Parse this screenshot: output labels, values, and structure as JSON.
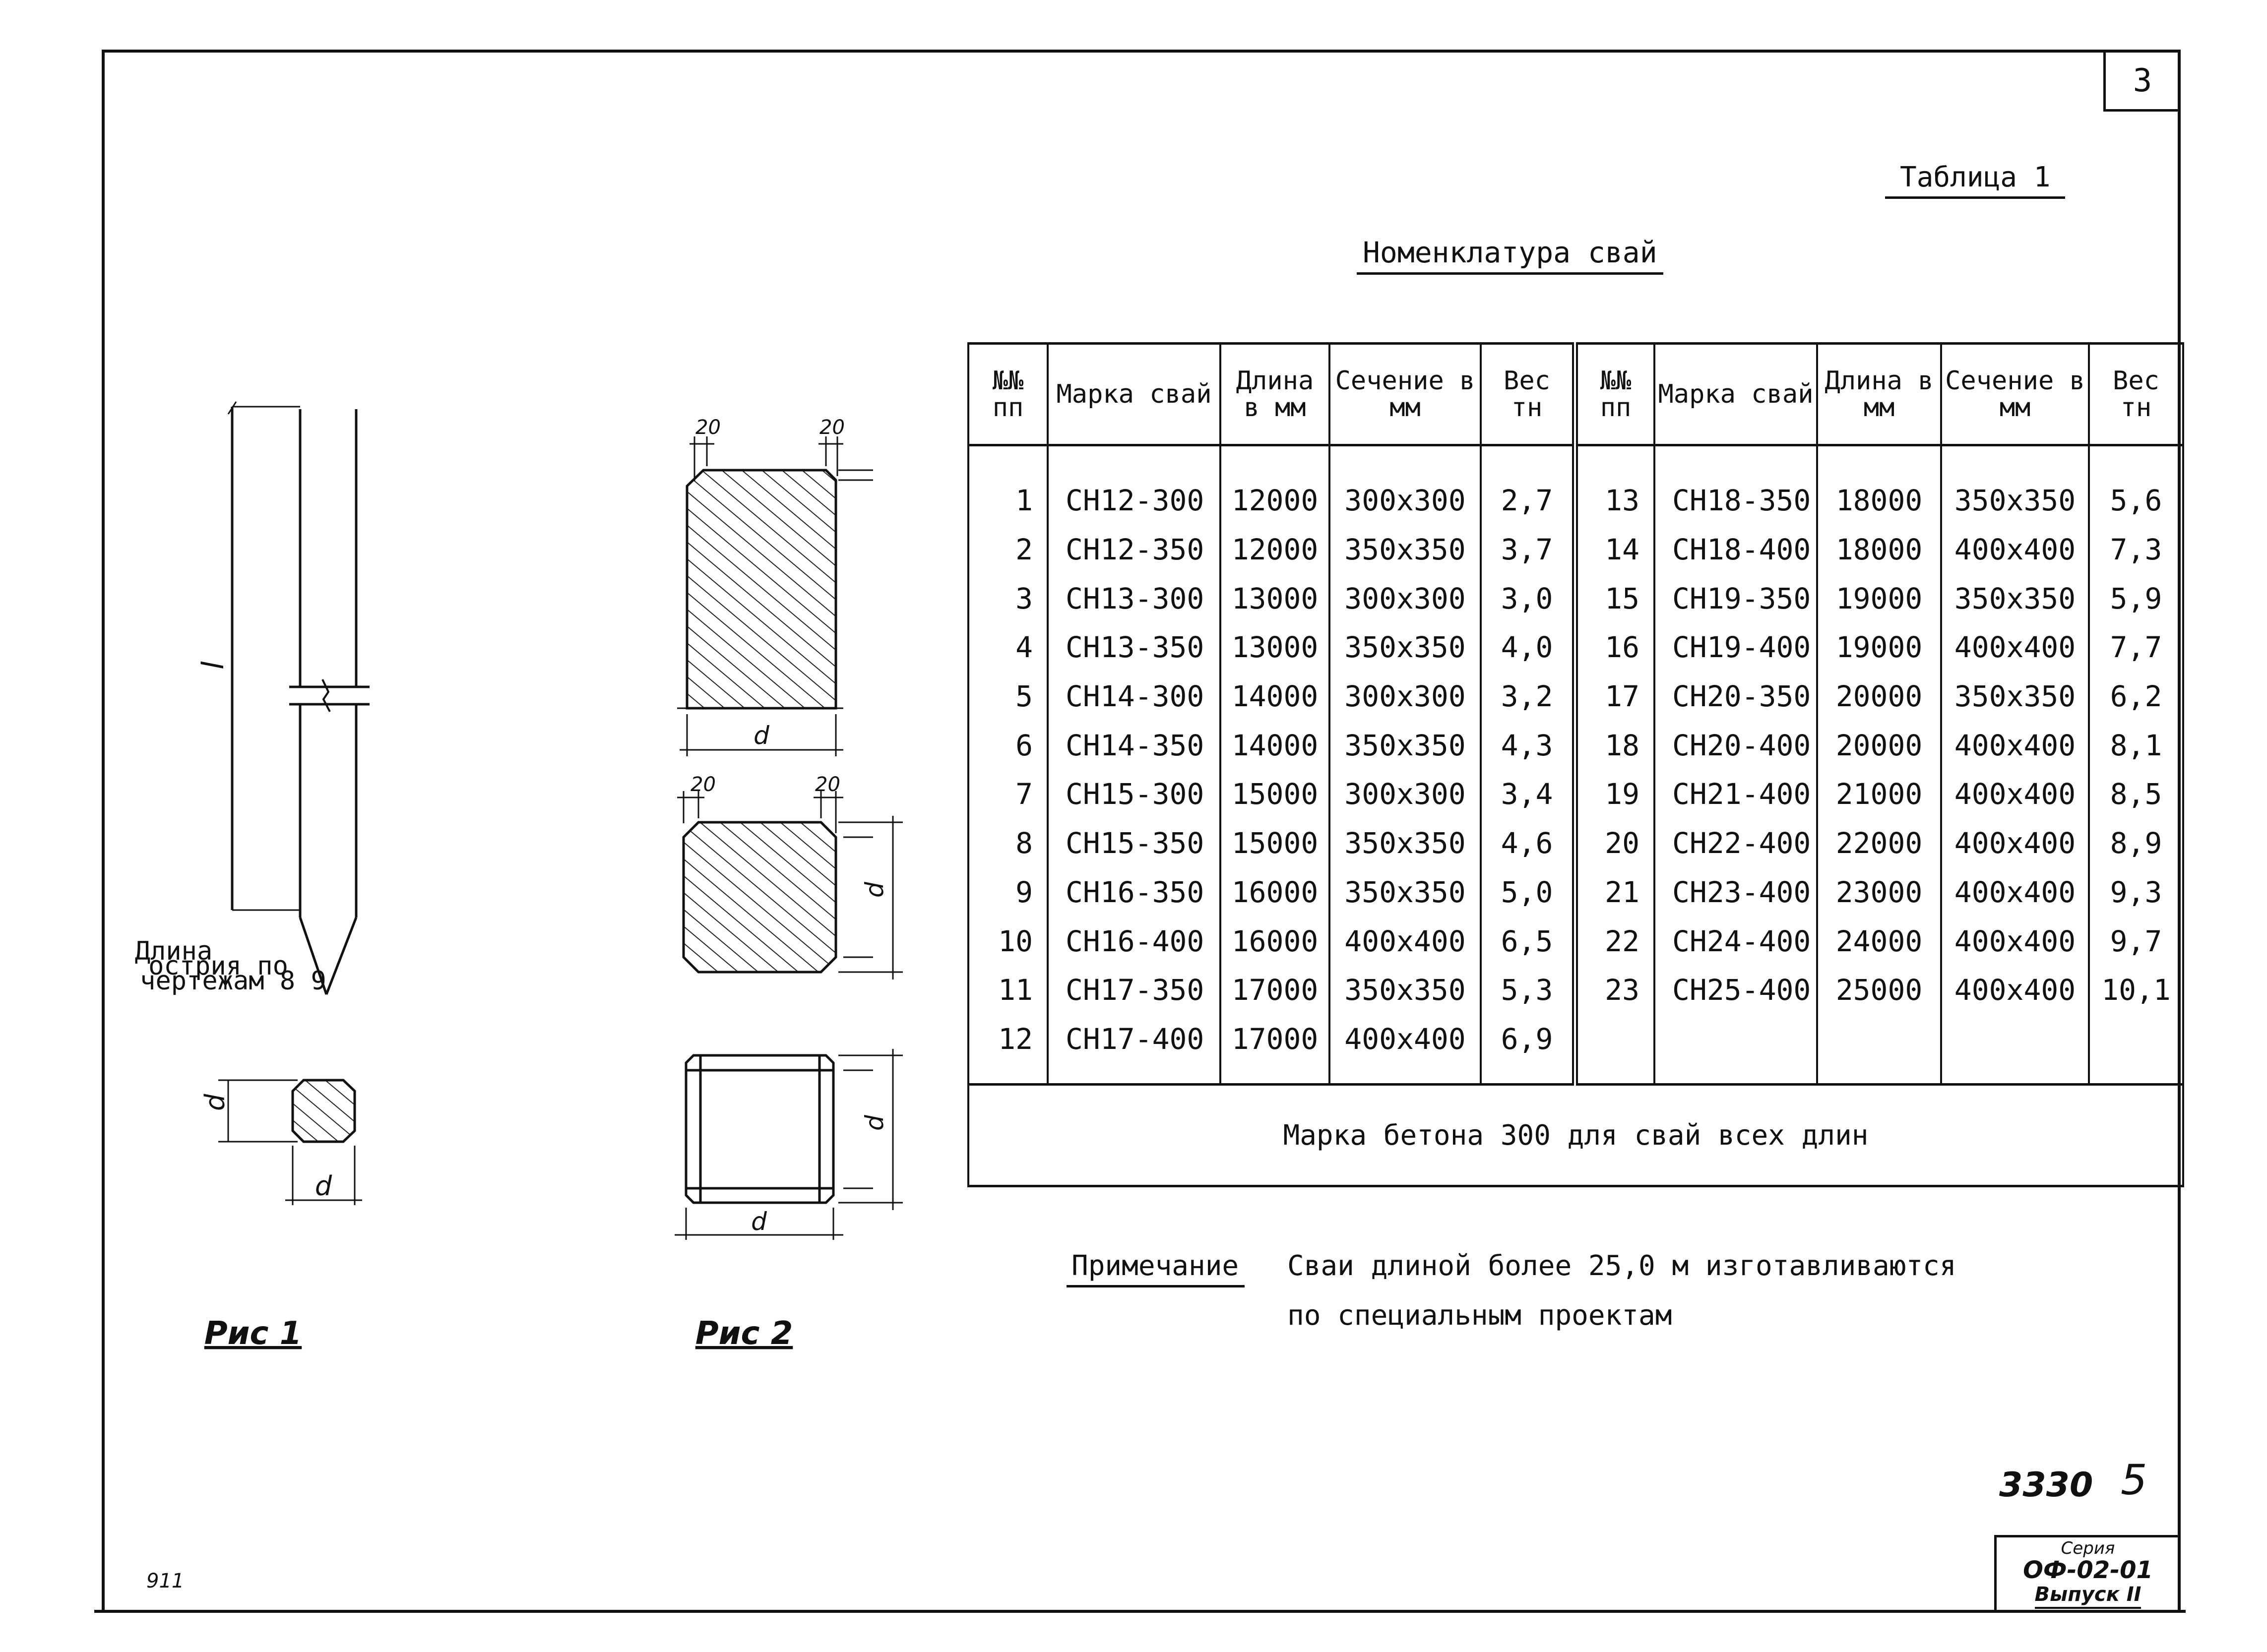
{
  "sheet": {
    "page_number": "3",
    "table_label": "Таблица 1",
    "table_title": "Номенклатура свай",
    "doc_number": "3330",
    "sheet_number": "5",
    "series_label": "Серия",
    "series_code": "ОФ-02-01",
    "issue": "Выпуск II",
    "corner_mark": "911"
  },
  "table": {
    "headers": [
      "№№ пп",
      "Марка свай",
      "Длина в мм",
      "Сечение в мм",
      "Вес тн"
    ],
    "left_rows": [
      {
        "n": "1",
        "mark": "СН12-300",
        "len": "12000",
        "sec": "300х300",
        "wt": "2,7"
      },
      {
        "n": "2",
        "mark": "СН12-350",
        "len": "12000",
        "sec": "350х350",
        "wt": "3,7"
      },
      {
        "n": "3",
        "mark": "СН13-300",
        "len": "13000",
        "sec": "300х300",
        "wt": "3,0"
      },
      {
        "n": "4",
        "mark": "СН13-350",
        "len": "13000",
        "sec": "350х350",
        "wt": "4,0"
      },
      {
        "n": "5",
        "mark": "СН14-300",
        "len": "14000",
        "sec": "300х300",
        "wt": "3,2"
      },
      {
        "n": "6",
        "mark": "СН14-350",
        "len": "14000",
        "sec": "350х350",
        "wt": "4,3"
      },
      {
        "n": "7",
        "mark": "СН15-300",
        "len": "15000",
        "sec": "300х300",
        "wt": "3,4"
      },
      {
        "n": "8",
        "mark": "СН15-350",
        "len": "15000",
        "sec": "350х350",
        "wt": "4,6"
      },
      {
        "n": "9",
        "mark": "СН16-350",
        "len": "16000",
        "sec": "350х350",
        "wt": "5,0"
      },
      {
        "n": "10",
        "mark": "СН16-400",
        "len": "16000",
        "sec": "400х400",
        "wt": "6,5"
      },
      {
        "n": "11",
        "mark": "СН17-350",
        "len": "17000",
        "sec": "350х350",
        "wt": "5,3"
      },
      {
        "n": "12",
        "mark": "СН17-400",
        "len": "17000",
        "sec": "400х400",
        "wt": "6,9"
      }
    ],
    "right_rows": [
      {
        "n": "13",
        "mark": "СН18-350",
        "len": "18000",
        "sec": "350х350",
        "wt": "5,6"
      },
      {
        "n": "14",
        "mark": "СН18-400",
        "len": "18000",
        "sec": "400х400",
        "wt": "7,3"
      },
      {
        "n": "15",
        "mark": "СН19-350",
        "len": "19000",
        "sec": "350х350",
        "wt": "5,9"
      },
      {
        "n": "16",
        "mark": "СН19-400",
        "len": "19000",
        "sec": "400х400",
        "wt": "7,7"
      },
      {
        "n": "17",
        "mark": "СН20-350",
        "len": "20000",
        "sec": "350х350",
        "wt": "6,2"
      },
      {
        "n": "18",
        "mark": "СН20-400",
        "len": "20000",
        "sec": "400х400",
        "wt": "8,1"
      },
      {
        "n": "19",
        "mark": "СН21-400",
        "len": "21000",
        "sec": "400х400",
        "wt": "8,5"
      },
      {
        "n": "20",
        "mark": "СН22-400",
        "len": "22000",
        "sec": "400х400",
        "wt": "8,9"
      },
      {
        "n": "21",
        "mark": "СН23-400",
        "len": "23000",
        "sec": "400х400",
        "wt": "9,3"
      },
      {
        "n": "22",
        "mark": "СН24-400",
        "len": "24000",
        "sec": "400х400",
        "wt": "9,7"
      },
      {
        "n": "23",
        "mark": "СН25-400",
        "len": "25000",
        "sec": "400х400",
        "wt": "10,1"
      }
    ],
    "footer": "Марка бетона 300 для свай всех длин"
  },
  "note": {
    "label": "Примечание",
    "line1": "Сваи длиной более 25,0 м изготавливаются",
    "line2": "по специальным проектам"
  },
  "fig1": {
    "caption": "Рис 1",
    "length_symbol": "l",
    "section_symbol": "d",
    "tip_note_1": "Длина",
    "tip_note_2": "острия по",
    "tip_note_3": "чертежам 8 9"
  },
  "fig2": {
    "caption": "Рис 2",
    "chamfer": "20",
    "section_symbol": "d"
  }
}
